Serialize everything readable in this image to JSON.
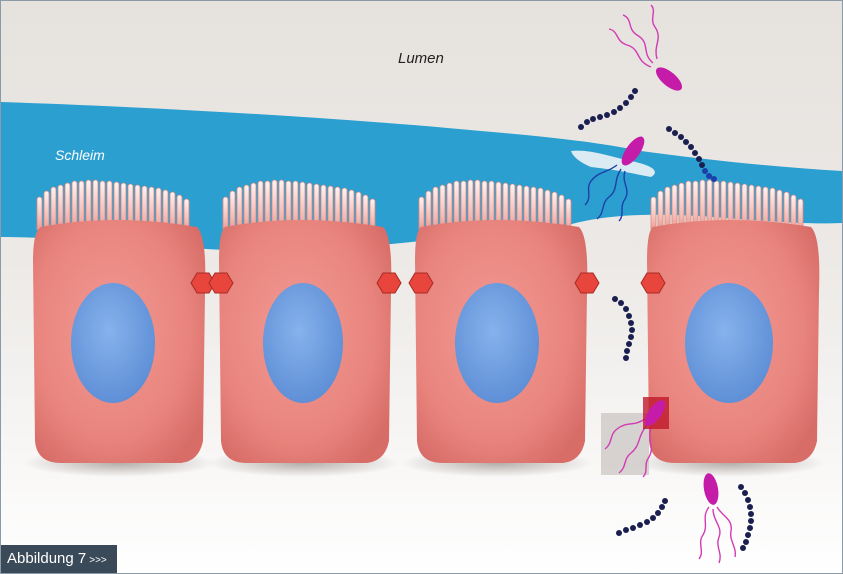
{
  "labels": {
    "lumen": "Lumen",
    "mucus": "Schleim"
  },
  "badge": {
    "label": "Abbildung 7",
    "arrows": ">>>"
  },
  "colors": {
    "background_top": "#e4e0dc",
    "mucus": "#2a9fd0",
    "cell": "#e98a84",
    "nucleus": "#6f9fe0",
    "tight_junction": "#e8453c",
    "bacterium": "#c41ca8",
    "cocci_chain": "#1b1f4f",
    "badge_bg": "#3b4a59"
  },
  "icons": [
    "villus-icon",
    "tight-junction-icon",
    "bacterium-icon",
    "cocci-chain-icon"
  ]
}
